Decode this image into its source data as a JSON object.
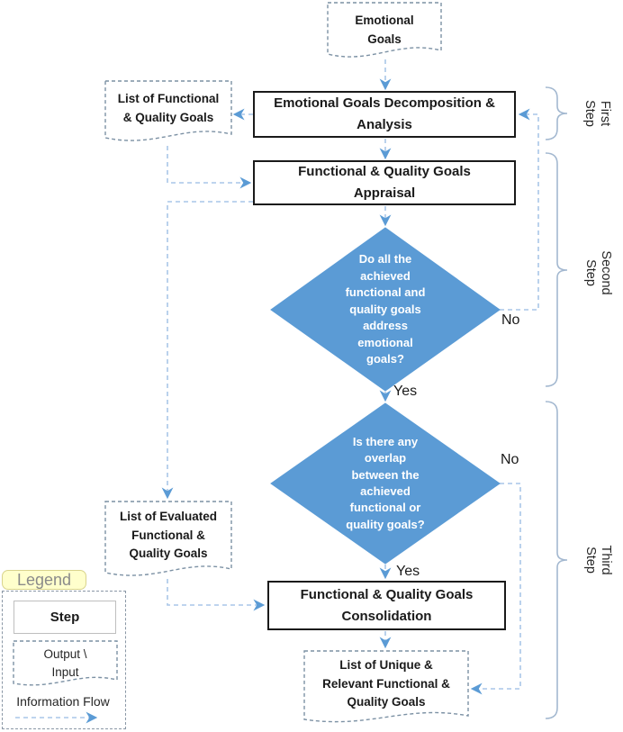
{
  "diagram": {
    "nodes": {
      "emotional_goals": "Emotional\nGoals",
      "decomposition": "Emotional Goals Decomposition &\nAnalysis",
      "functional_quality_list": "List of Functional\n& Quality Goals",
      "appraisal": "Functional & Quality Goals\nAppraisal",
      "decision_address": "Do all the\nachieved\nfunctional and\nquality goals\naddress\nemotional\ngoals?",
      "decision_overlap": "Is there any\noverlap\nbetween the\nachieved\nfunctional or\nquality goals?",
      "evaluated_list": "List of Evaluated\nFunctional &\nQuality Goals",
      "consolidation": "Functional & Quality Goals\nConsolidation",
      "unique_list": "List of Unique &\nRelevant Functional &\nQuality Goals"
    },
    "edge_labels": {
      "decision_address_no": "No",
      "decision_address_yes": "Yes",
      "decision_overlap_no": "No",
      "decision_overlap_yes": "Yes"
    },
    "step_brackets": {
      "first": "First\nStep",
      "second": "Second\nStep",
      "third": "Third\nStep"
    }
  },
  "legend": {
    "title": "Legend",
    "step": "Step",
    "output_input": "Output \\\nInput",
    "information_flow": "Information Flow"
  },
  "colors": {
    "decision-fill": "#5b9bd5",
    "decision-text": "#ffffff",
    "connector": "#a9c6e8",
    "arrowhead": "#5b9bd5",
    "doc-border": "#7c91a4",
    "bracket": "#a3b8d0",
    "legend-title-bg": "#ffffcc",
    "legend-title-border": "#d9d48c",
    "legend-title-text": "#8a8a8a",
    "box-border": "#1a1a1a"
  }
}
